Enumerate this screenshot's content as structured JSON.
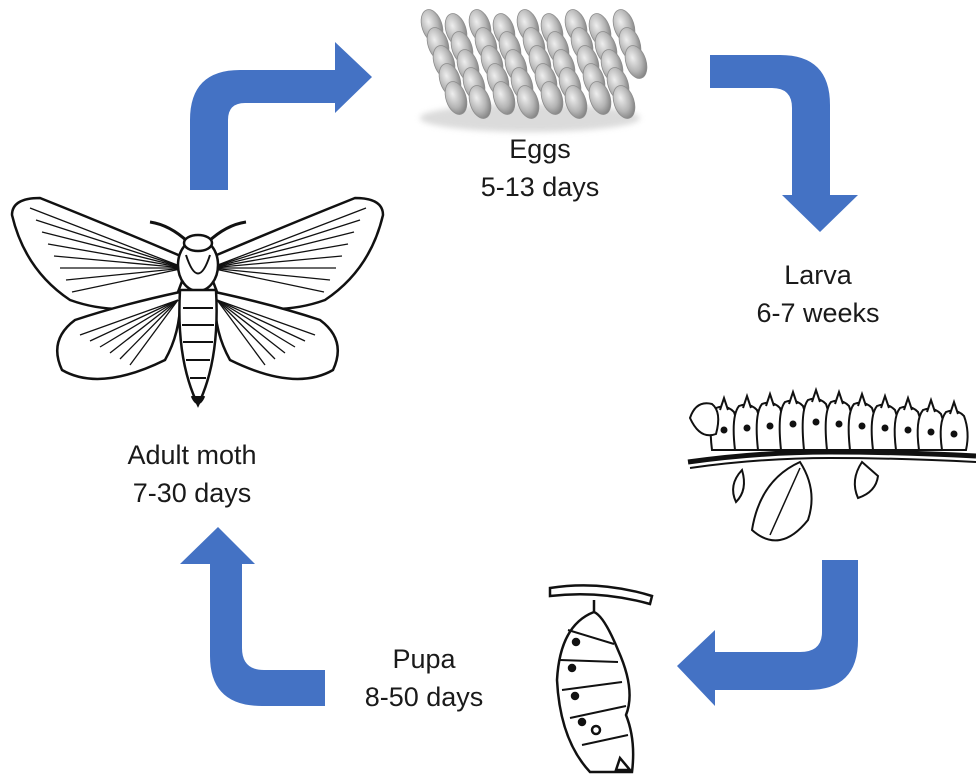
{
  "stages": {
    "eggs": {
      "name": "Eggs",
      "duration": "5-13 days"
    },
    "larva": {
      "name": "Larva",
      "duration": "6-7 weeks"
    },
    "adult": {
      "name": "Adult moth",
      "duration": "7-30 days"
    },
    "pupa": {
      "name": "Pupa",
      "duration": "8-50 days"
    }
  },
  "colors": {
    "arrow": "#4472c4",
    "ink": "#1a1a1a",
    "egg": "#b9b9b9",
    "egg_shadow": "#8d8d8d"
  },
  "icons": [
    "egg-cluster-illustration",
    "caterpillar-illustration",
    "chrysalis-illustration",
    "moth-illustration",
    "cycle-arrow-icon"
  ]
}
